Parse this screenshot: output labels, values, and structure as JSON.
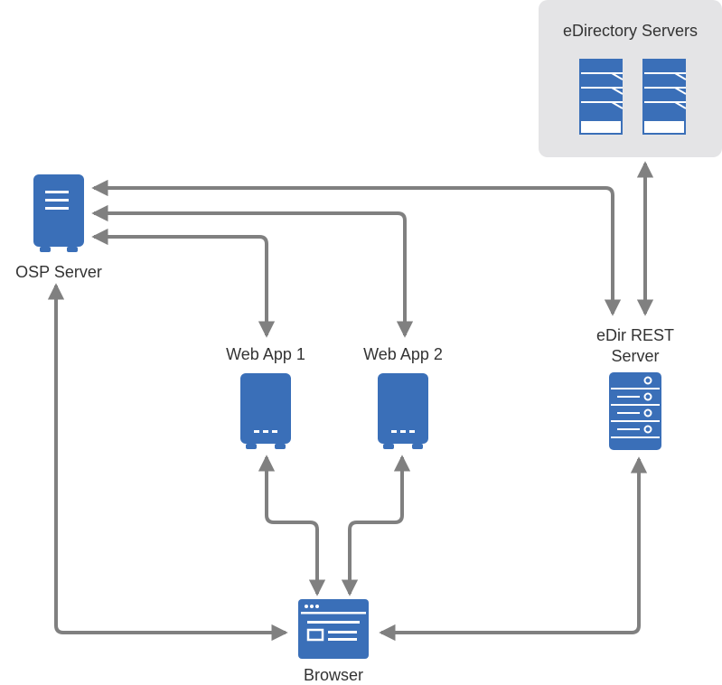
{
  "diagram": {
    "group": {
      "title": "eDirectory Servers"
    },
    "nodes": {
      "osp_server": {
        "label": "OSP Server",
        "icon": "server-tower-icon"
      },
      "web_app_1": {
        "label": "Web App 1",
        "icon": "server-tower-icon"
      },
      "web_app_2": {
        "label": "Web App 2",
        "icon": "server-tower-icon"
      },
      "edir_rest_server": {
        "label_line1": "eDir REST",
        "label_line2": "Server",
        "icon": "server-rack-icon"
      },
      "browser": {
        "label": "Browser",
        "icon": "browser-window-icon"
      }
    },
    "edges": [
      {
        "from": "OSP Server",
        "to": "eDir REST Server",
        "direction": "both"
      },
      {
        "from": "OSP Server",
        "to": "Web App 2",
        "direction": "both"
      },
      {
        "from": "OSP Server",
        "to": "Web App 1",
        "direction": "both"
      },
      {
        "from": "OSP Server",
        "to": "Browser",
        "direction": "both"
      },
      {
        "from": "Web App 1",
        "to": "Browser",
        "direction": "both"
      },
      {
        "from": "Web App 2",
        "to": "Browser",
        "direction": "both"
      },
      {
        "from": "eDir REST Server",
        "to": "Browser",
        "direction": "both"
      },
      {
        "from": "eDir REST Server",
        "to": "eDirectory Servers",
        "direction": "both"
      }
    ],
    "colors": {
      "icon_blue": "#3a6fb8",
      "arrow_gray": "#808080",
      "group_bg": "#e4e4e6",
      "label_text": "#333333"
    }
  }
}
